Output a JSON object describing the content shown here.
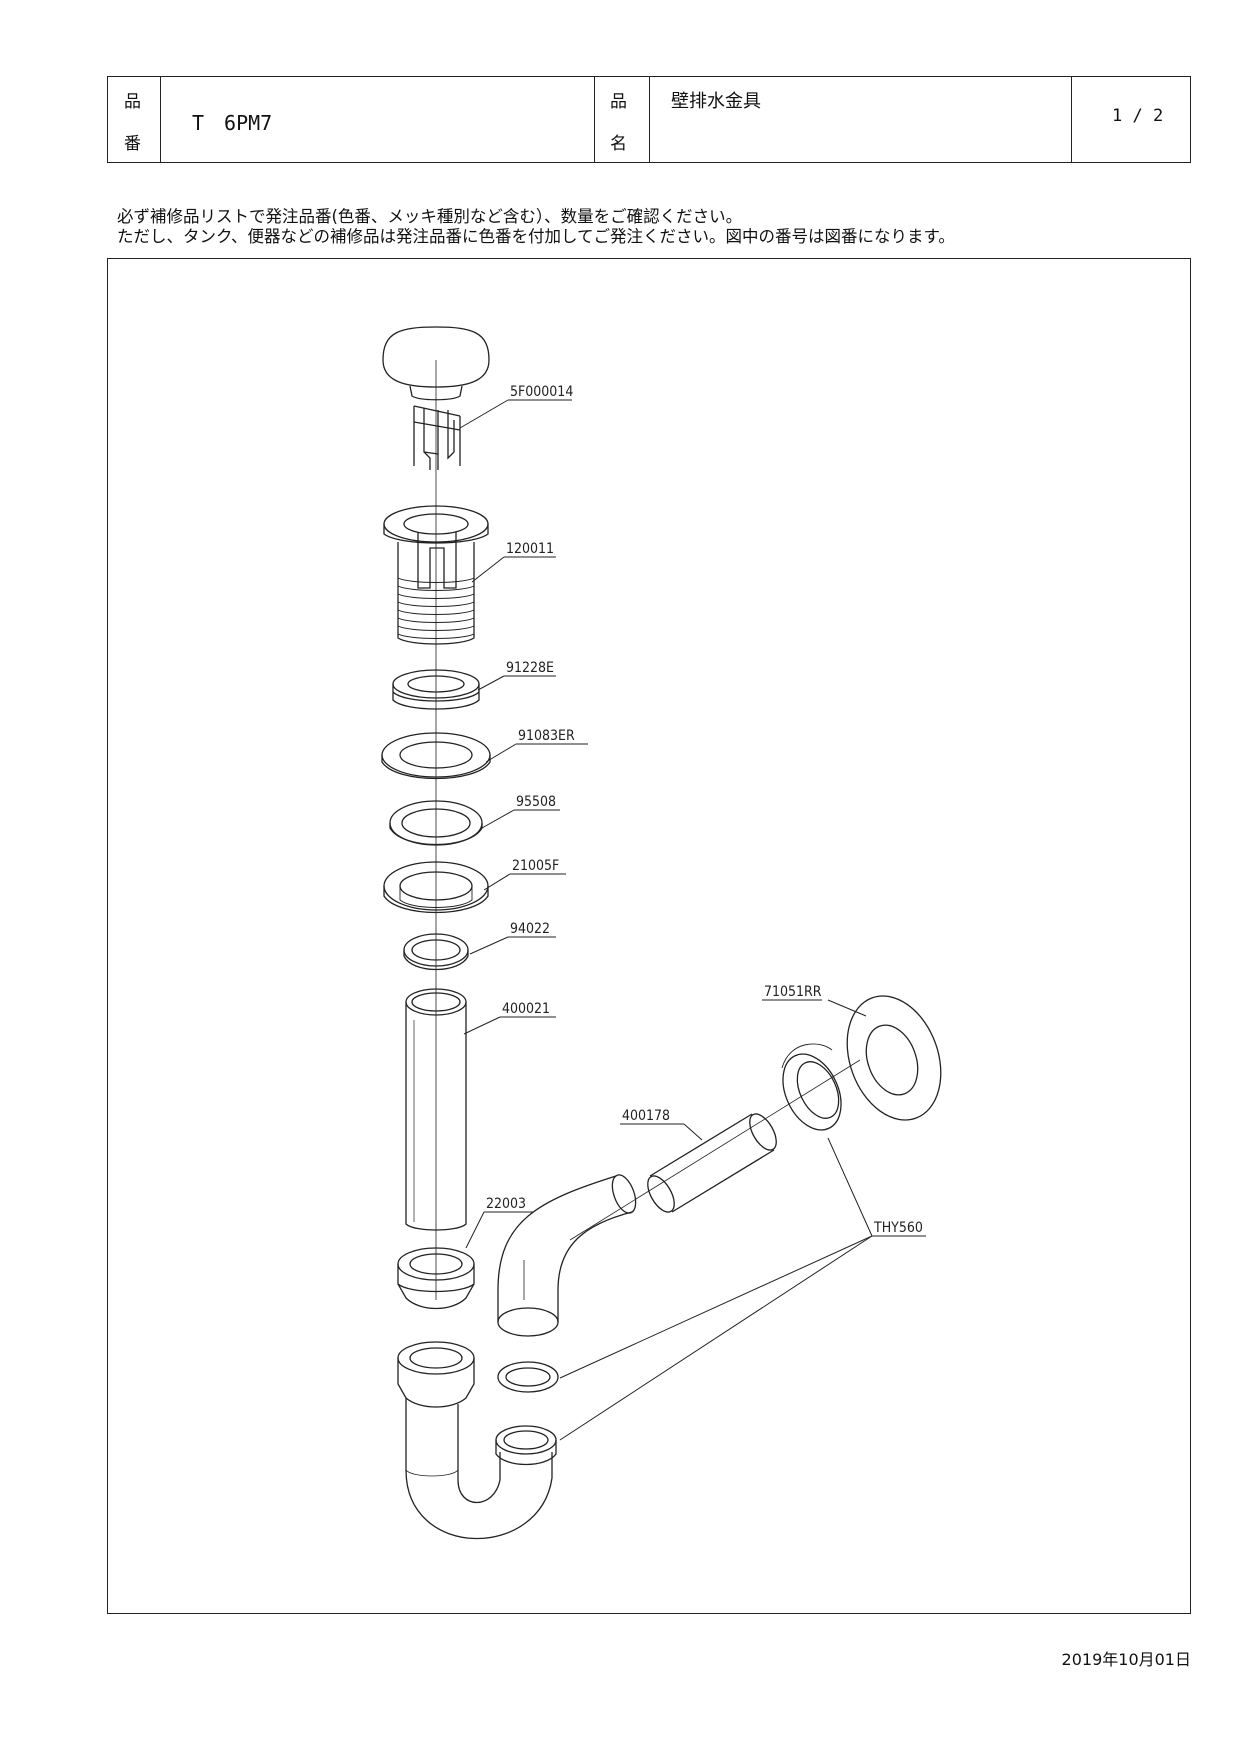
{
  "header": {
    "hinban_label_top": "品",
    "hinban_label_bottom": "番",
    "hinban_value": "T　6PM7",
    "hinmei_label_top": "品",
    "hinmei_label_bottom": "名",
    "hinmei_value": "壁排水金具",
    "page": "1 / 2"
  },
  "notes": {
    "line1": "必ず補修品リストで発注品番(色番、メッキ種別など含む）、数量をご確認ください。",
    "line2": "ただし、タンク、便器などの補修品は発注品番に色番を付加してご発注ください。図中の番号は図番になります。"
  },
  "parts": [
    {
      "id": "5F000014"
    },
    {
      "id": "120011"
    },
    {
      "id": "91228E"
    },
    {
      "id": "91083ER"
    },
    {
      "id": "95508"
    },
    {
      "id": "21005F"
    },
    {
      "id": "94022"
    },
    {
      "id": "400021"
    },
    {
      "id": "22003"
    },
    {
      "id": "71051RR"
    },
    {
      "id": "400178"
    },
    {
      "id": "THY560"
    }
  ],
  "footer": {
    "date": "2019年10月01日"
  }
}
